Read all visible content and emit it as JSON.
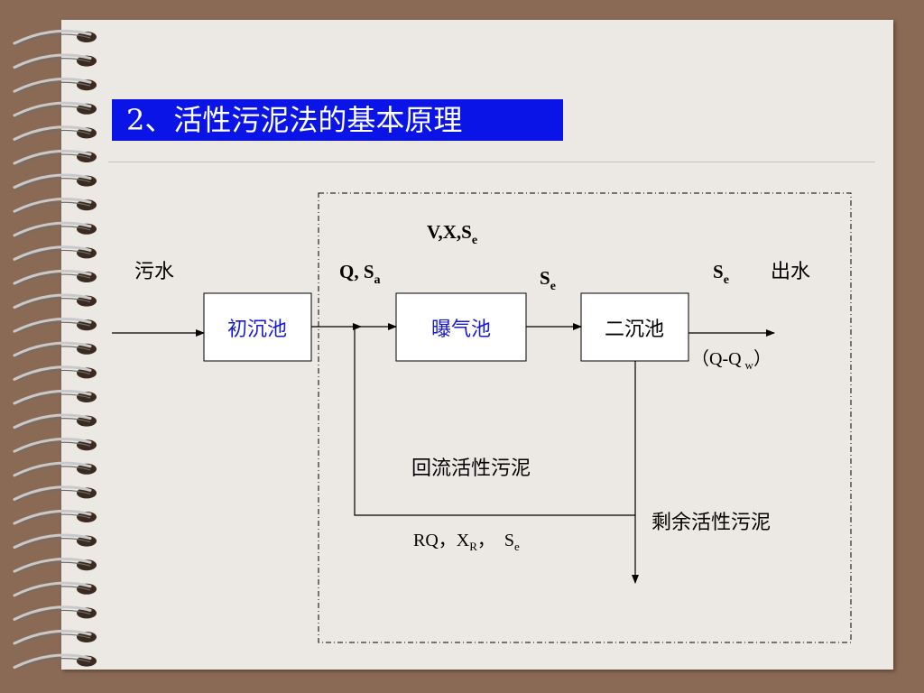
{
  "slide": {
    "title": "2、活性污泥法的基本原理"
  },
  "diagram": {
    "boxes": {
      "primary": "初沉池",
      "aeration": "曝气池",
      "secondary": "二沉池"
    },
    "labels": {
      "influent": "污水",
      "feed_q": "Q,",
      "feed_s": "S",
      "feed_s_sub": "a",
      "tank_params": "V,X,S",
      "tank_params_sub": "e",
      "mid_s": "S",
      "mid_s_sub": "e",
      "out_s": "S",
      "out_s_sub": "e",
      "effluent": "出水",
      "outflow_main": "（Q-Q",
      "outflow_sub": "w",
      "outflow_close": "）",
      "return_sludge": "回流活性污泥",
      "return_rq": "RQ，X",
      "return_x_sub": "R",
      "return_sep": "，",
      "return_s": "S",
      "return_s_sub": "e",
      "excess_sludge": "剩余活性污泥"
    },
    "colors": {
      "title_bg": "#0a14e6",
      "box_text_blue": "#1a1acc",
      "box_text_black": "#000000"
    }
  }
}
